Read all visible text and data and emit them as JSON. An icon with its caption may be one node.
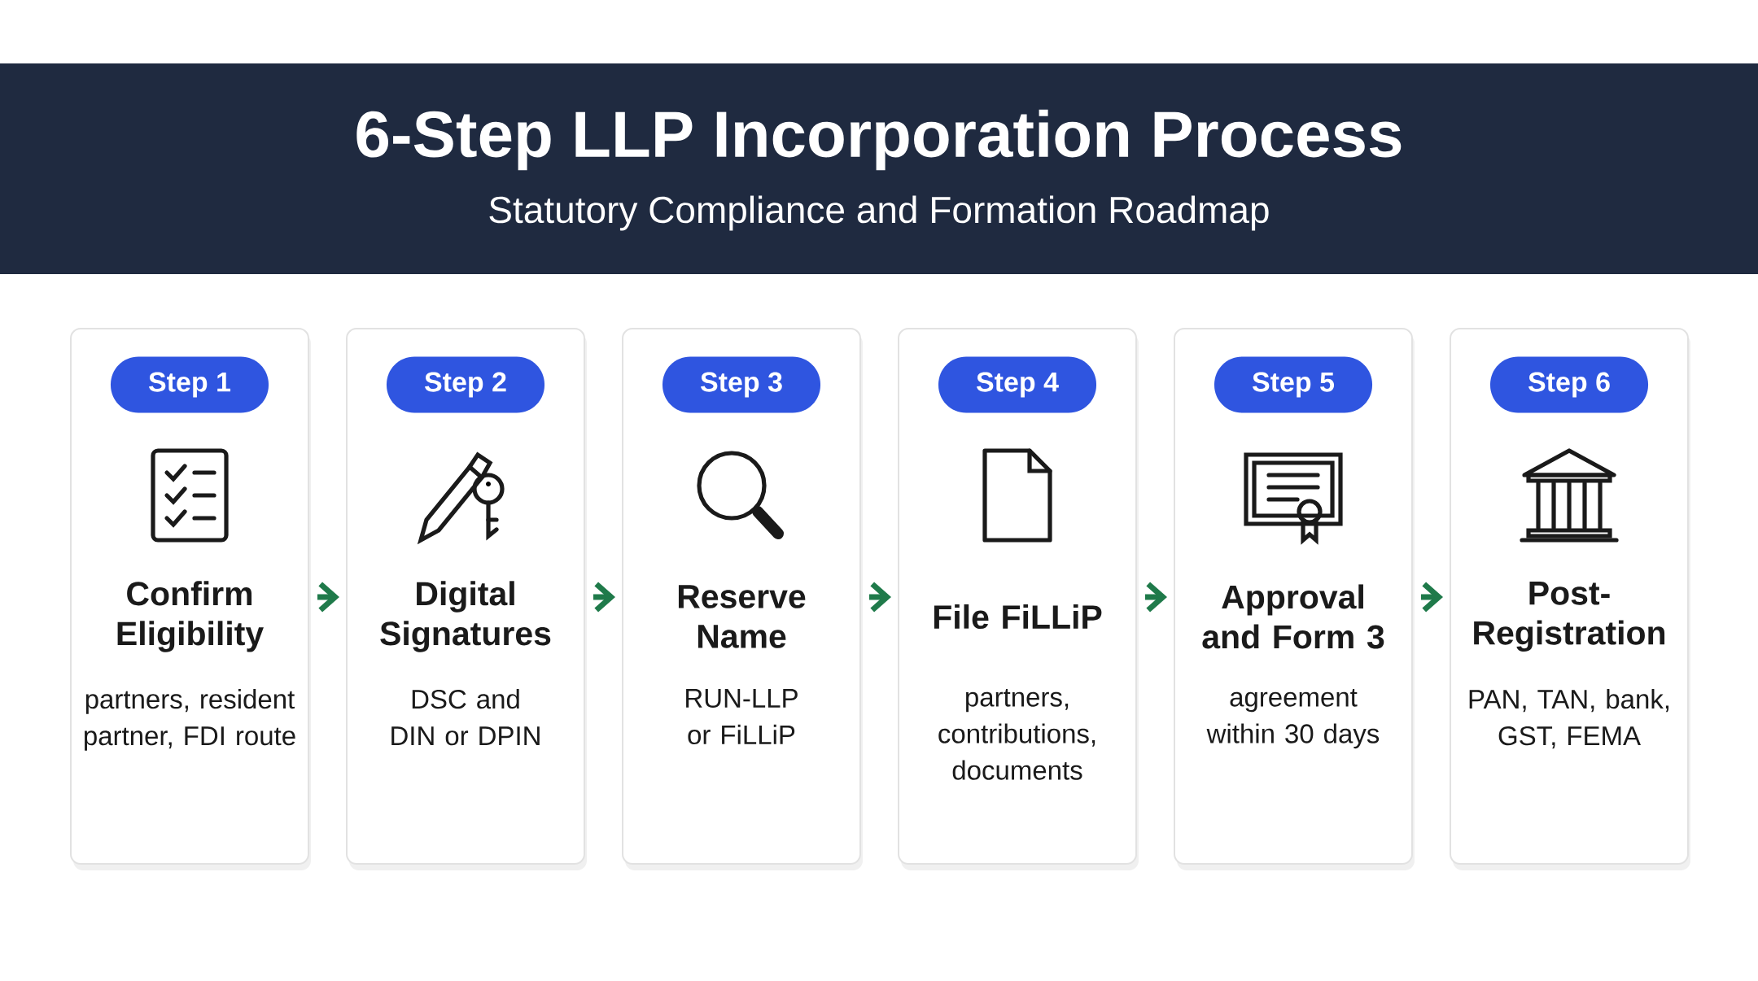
{
  "diagram": {
    "title": "6-Step LLP Incorporation Process",
    "nodes": [
      {
        "text": [
          "Confirm Eligibility",
          "partners, resident partner, FDI route"
        ]
      },
      {
        "text": [
          "Step 1"
        ],
        "in": 0
      },
      {
        "text": [
          "Digital Signatures",
          "DSC and DIN or DPIN"
        ]
      },
      {
        "text": [
          "Step 2"
        ],
        "in": 2
      },
      {
        "text": [
          "Reserve Name",
          "RUN-LLP or FiLLiP"
        ]
      },
      {
        "text": [
          "Step 3"
        ],
        "in": 4
      },
      {
        "text": [
          "File FiLLiP",
          "partners, contributions, documents"
        ]
      },
      {
        "text": [
          "Step 4"
        ],
        "in": 6
      },
      {
        "text": [
          "Approval and Form 3",
          "agreement within 30 days"
        ]
      },
      {
        "text": [
          "Step 5"
        ],
        "in": 8
      },
      {
        "text": [
          "Post-Registration",
          "PAN, TAN, bank, GST, FEMA"
        ]
      },
      {
        "text": [
          "Step 6"
        ],
        "in": 10
      }
    ],
    "edges": [
      {
        "from": 0,
        "to": 2,
        "arrow": "to"
      },
      {
        "from": 2,
        "to": 4,
        "arrow": "to"
      },
      {
        "from": 4,
        "to": 6,
        "arrow": "to"
      },
      {
        "from": 6,
        "to": 8,
        "arrow": "to"
      },
      {
        "from": 8,
        "to": 10,
        "arrow": "to"
      }
    ],
    "labels": [
      "Statutory Compliance and Formation Roadmap"
    ]
  }
}
